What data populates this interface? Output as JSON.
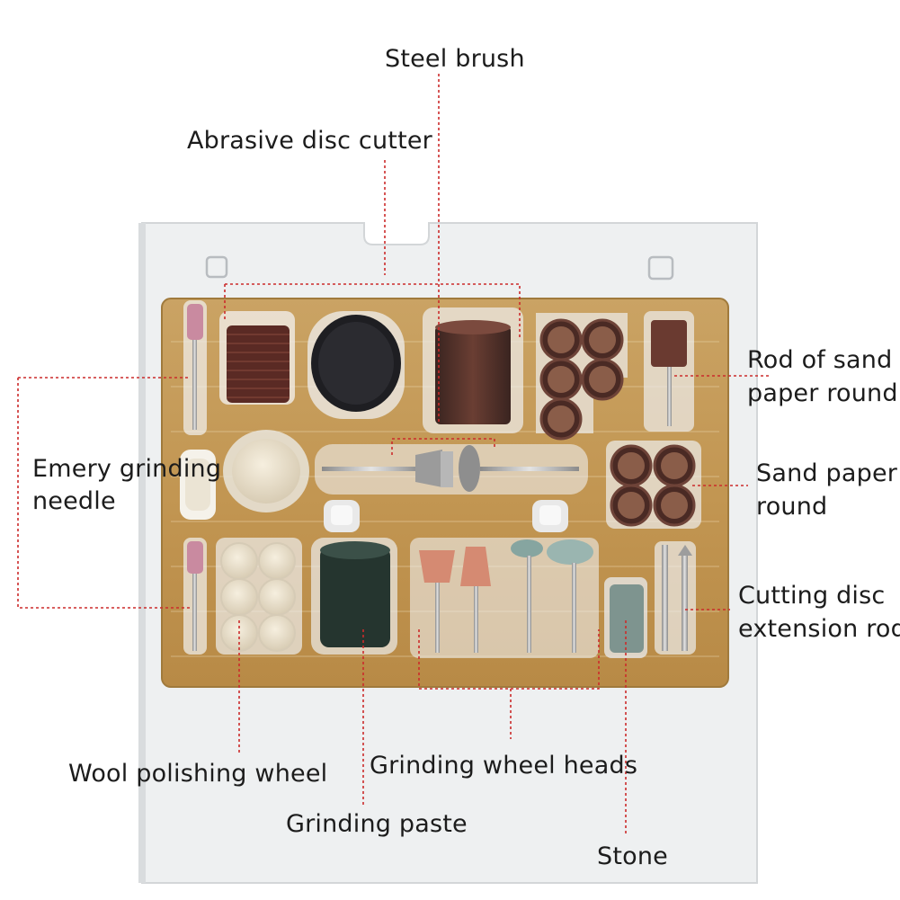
{
  "labels": {
    "steel_brush": "Steel brush",
    "abrasive_disc_cutter": "Abrasive disc cutter",
    "rod_sand_paper_round_line1": "Rod of sand",
    "rod_sand_paper_round_line2": "paper round",
    "emery_grinding_needle_line1": "Emery grinding",
    "emery_grinding_needle_line2": "needle",
    "sand_paper_round_line1": "Sand paper",
    "sand_paper_round_line2": "round",
    "cutting_disc_extension_rod_line1": "Cutting disc",
    "cutting_disc_extension_rod_line2": "extension rod",
    "wool_polishing_wheel": "Wool polishing wheel",
    "grinding_wheel_heads": "Grinding wheel heads",
    "grinding_paste": "Grinding paste",
    "stone": "Stone"
  },
  "colors": {
    "leader_line": "#cc2b2b",
    "tray": "#c59a55",
    "package": "#eef0f1",
    "background": "#ffffff"
  }
}
